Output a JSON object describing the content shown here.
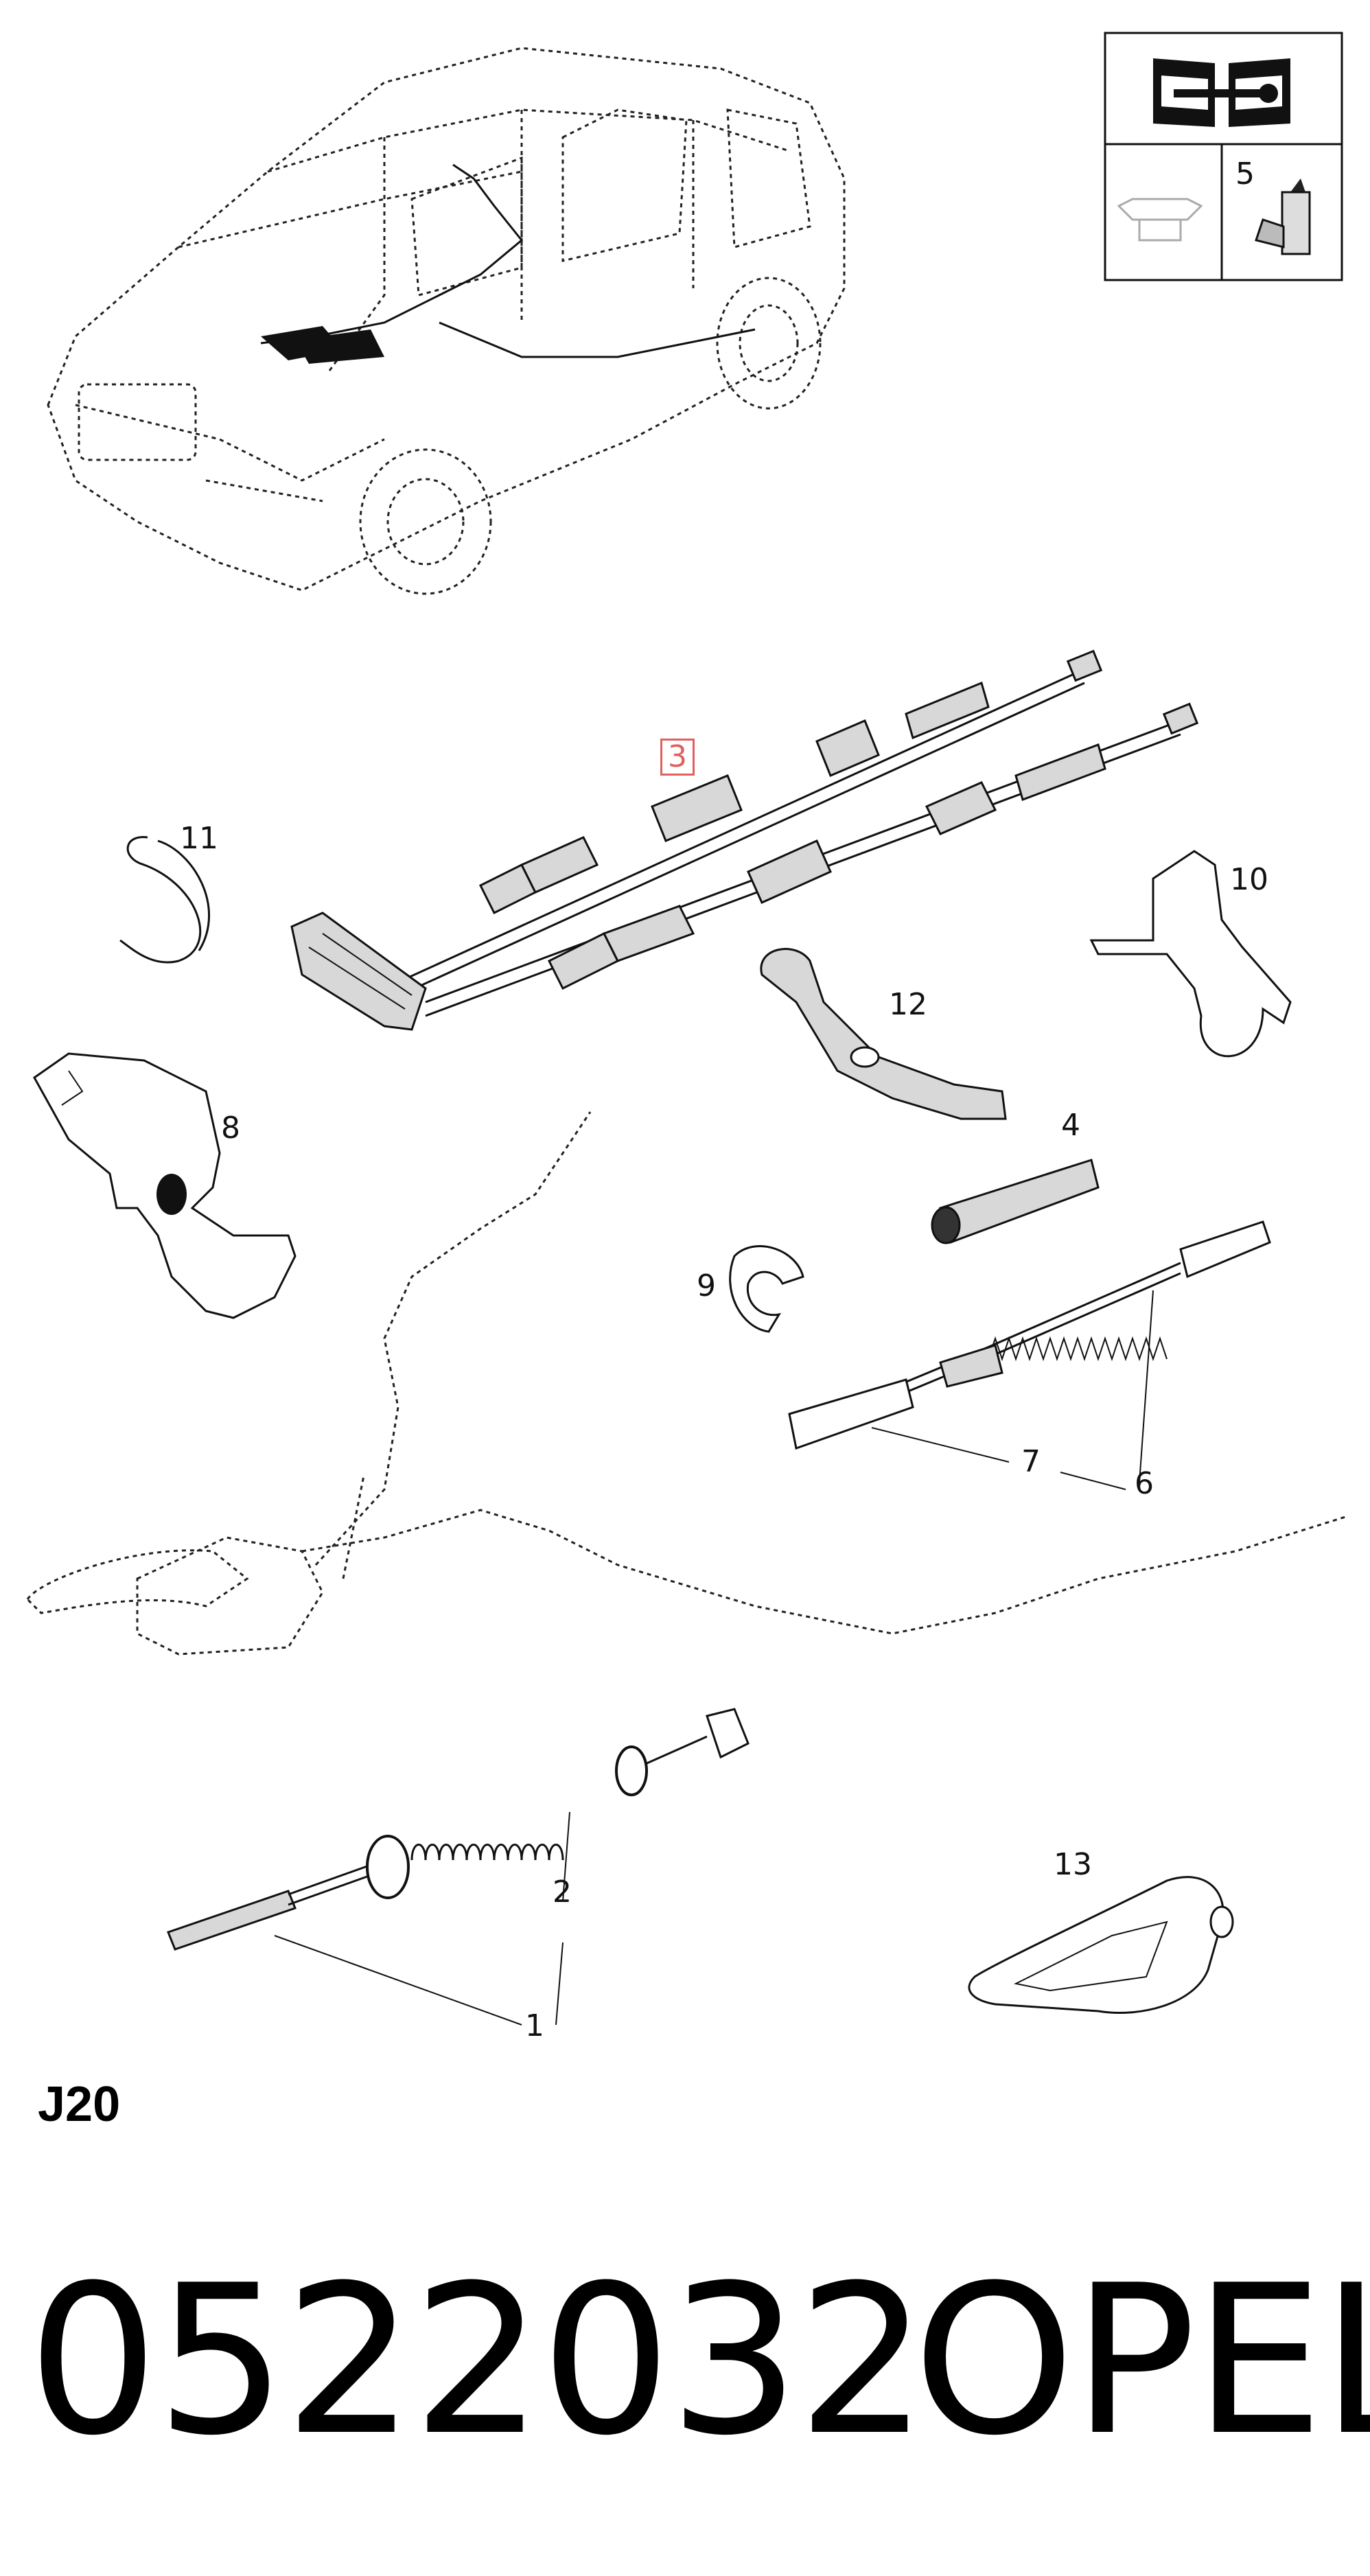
{
  "diagram": {
    "callouts": [
      {
        "id": "c1",
        "label": "1"
      },
      {
        "id": "c2",
        "label": "2"
      },
      {
        "id": "c3",
        "label": "3",
        "highlighted": true
      },
      {
        "id": "c4",
        "label": "4"
      },
      {
        "id": "c5",
        "label": "5"
      },
      {
        "id": "c6",
        "label": "6"
      },
      {
        "id": "c7",
        "label": "7"
      },
      {
        "id": "c8",
        "label": "8"
      },
      {
        "id": "c9",
        "label": "9"
      },
      {
        "id": "c10",
        "label": "10"
      },
      {
        "id": "c11",
        "label": "11"
      },
      {
        "id": "c12",
        "label": "12"
      },
      {
        "id": "c13",
        "label": "13"
      }
    ],
    "highlight_color": "#e06060",
    "line_color": "#111111",
    "icons": [
      "repair-manual-icon",
      "oil-can-icon",
      "lubricant-bottle-icon"
    ]
  },
  "footer": {
    "section_code": "J20",
    "part_number": "0522032",
    "brand": "OPEL"
  }
}
